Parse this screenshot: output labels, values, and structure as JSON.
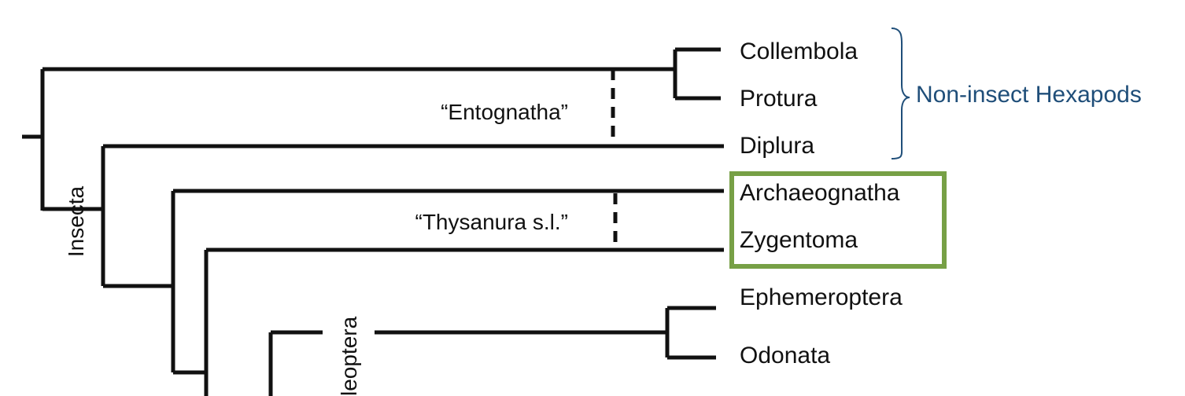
{
  "taxa": {
    "collembola": "Collembola",
    "protura": "Protura",
    "diplura": "Diplura",
    "archaeognatha": "Archaeognatha",
    "zygentoma": "Zygentoma",
    "ephemeroptera": "Ephemeroptera",
    "odonata": "Odonata"
  },
  "groups": {
    "entognatha": "“Entognatha”",
    "thysanura": "“Thysanura s.l.”"
  },
  "clades": {
    "insecta": "Insecta",
    "palaeoptera_partial": "leoptera"
  },
  "bracket": {
    "label": "Non-insect Hexapods",
    "color": "#1f4e79"
  },
  "highlight": {
    "color": "#77a046"
  }
}
